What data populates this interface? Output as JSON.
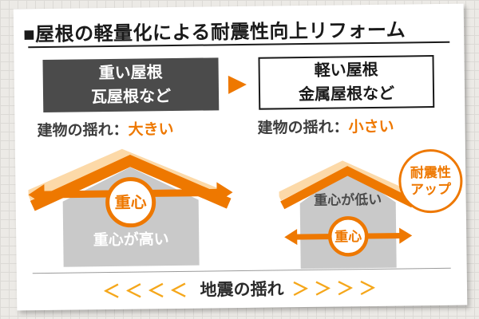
{
  "header": {
    "title": "■屋根の軽量化による耐震性向上リフォーム"
  },
  "comparison": {
    "arrow": "▶",
    "left": {
      "box_line1": "重い屋根",
      "box_line2": "瓦屋根など",
      "shake_label": "建物の揺れ：",
      "shake_value": "大きい",
      "gravity_label": "重心",
      "gravity_note": "重心が高い"
    },
    "right": {
      "box_line1": "軽い屋根",
      "box_line2": "金属屋根など",
      "shake_label": "建物の揺れ：",
      "shake_value": "小さい",
      "gravity_label": "重心",
      "gravity_note": "重心が低い"
    }
  },
  "badge": {
    "line1": "耐震性",
    "line2": "アップ"
  },
  "footer": {
    "left_chevrons": "＜＜＜＜",
    "label": "地震の揺れ",
    "right_chevrons": "＞＞＞＞"
  },
  "colors": {
    "accent_orange": "#ee7800",
    "chevron_gold": "#f5a71b",
    "dark_box": "#4b4b4b",
    "house_gray": "#c9c9c9",
    "roof_shadow_peach": "#fcd9a8"
  }
}
